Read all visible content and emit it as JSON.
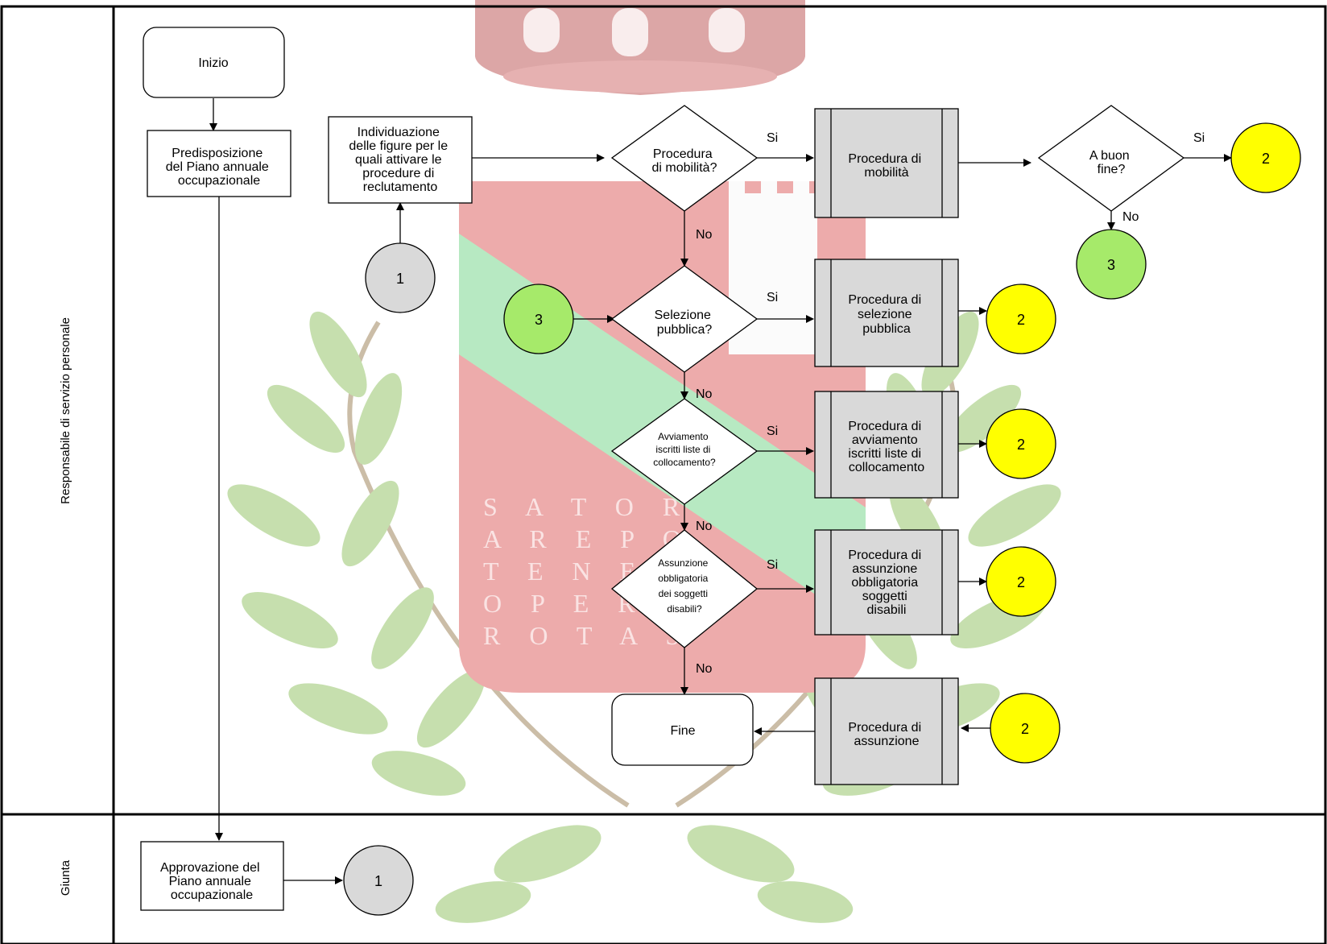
{
  "lanes": [
    {
      "label": "Responsabile di servizio personale"
    },
    {
      "label": "Giunta"
    }
  ],
  "watermark": {
    "magic_square_rows": [
      "S A T O R",
      "A R E P O",
      "T E N E T",
      "O P E R A",
      "R O T A S"
    ],
    "colors": {
      "shield_red": "#d64545",
      "shield_green": "#5fcf78",
      "leaf_green": "#7fb84a",
      "crown": "#b03838"
    }
  },
  "nodes": {
    "inizio": {
      "text": "Inizio"
    },
    "predisposizione": {
      "lines": [
        "Predisposizione",
        "del Piano annuale",
        "occupazionale"
      ]
    },
    "individuazione": {
      "lines": [
        "Individuazione",
        "delle figure per le",
        "quali attivare le",
        "procedure di",
        "reclutamento"
      ]
    },
    "q_mobilita": {
      "lines": [
        "Procedura",
        "di mobilità?"
      ]
    },
    "p_mobilita": {
      "lines": [
        "Procedura di",
        "mobilità"
      ]
    },
    "q_buon_fine": {
      "lines": [
        "A buon",
        "fine?"
      ]
    },
    "q_selezione": {
      "lines": [
        "Selezione",
        "pubblica?"
      ]
    },
    "p_selezione": {
      "lines": [
        "Procedura di",
        "selezione",
        "pubblica"
      ]
    },
    "q_avviamento": {
      "lines": [
        "Avviamento",
        "iscritti liste di",
        "collocamento?"
      ]
    },
    "p_avviamento": {
      "lines": [
        "Procedura di",
        "avviamento",
        "iscritti liste di",
        "collocamento"
      ]
    },
    "q_assunzione_obb": {
      "lines": [
        "Assunzione",
        "obbligatoria",
        "dei soggetti",
        "disabili?"
      ]
    },
    "p_assunzione_obb": {
      "lines": [
        "Procedura di",
        "assunzione",
        "obbligatoria",
        "soggetti",
        "disabili"
      ]
    },
    "fine": {
      "text": "Fine"
    },
    "p_assunzione": {
      "lines": [
        "Procedura di",
        "assunzione"
      ]
    },
    "approvazione": {
      "lines": [
        "Approvazione del",
        "Piano annuale",
        "occupazionale"
      ]
    }
  },
  "connectors": {
    "c1_top": "1",
    "c3_left": "3",
    "c2_mobilita": "2",
    "c3_buon_fine": "3",
    "c2_selezione": "2",
    "c2_avviamento": "2",
    "c2_assunzione_obb": "2",
    "c2_assunzione": "2",
    "c1_giunta": "1"
  },
  "edge_labels": {
    "si_mobilita": "Si",
    "si_buon_fine": "Si",
    "no_buon_fine": "No",
    "no_mobilita": "No",
    "si_selezione": "Si",
    "no_selezione": "No",
    "si_avviamento": "Si",
    "no_avviamento": "No",
    "si_assunzione_obb": "Si",
    "no_assunzione_obb": "No"
  },
  "colors": {
    "connector_gray": "#d9d9d9",
    "connector_yellow": "#ffff00",
    "connector_green": "#a6ea6a",
    "predefined_fill": "#d9d9d9",
    "stroke": "#000000"
  }
}
